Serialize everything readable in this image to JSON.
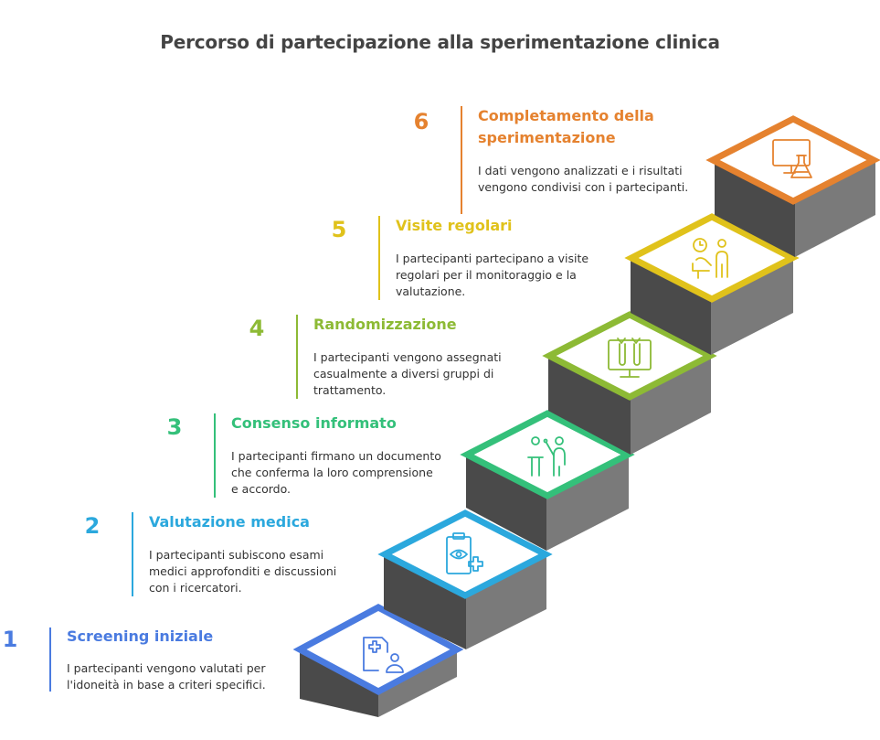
{
  "title": "Percorso di partecipazione alla sperimentazione clinica",
  "steps": [
    {
      "number": "1",
      "title": "Screening iniziale",
      "description": "I partecipanti vengono valutati per l'idoneità in base a criteri specifici.",
      "color": "#4A7BE0",
      "icon": "clipboard-medical-person-icon"
    },
    {
      "number": "2",
      "title": "Valutazione medica",
      "description": "I partecipanti subiscono esami medici approfonditi e discussioni con i ricercatori.",
      "color": "#2BA8DD",
      "icon": "clipboard-eye-plus-icon"
    },
    {
      "number": "3",
      "title": "Consenso informato",
      "description": "I partecipanti firmano un documento che conferma la loro comprensione e accordo.",
      "color": "#34C07A",
      "icon": "presenter-consent-icon"
    },
    {
      "number": "4",
      "title": "Randomizzazione",
      "description": "I partecipanti vengono assegnati casualmente a diversi gruppi di trattamento.",
      "color": "#8DBA35",
      "icon": "monitor-vials-icon"
    },
    {
      "number": "5",
      "title": "Visite regolari",
      "description": "I partecipanti partecipano a visite regolari per il monitoraggio e la valutazione.",
      "color": "#E0C21B",
      "icon": "clock-person-visit-icon"
    },
    {
      "number": "6",
      "title": "Completamento della sperimentazione",
      "description": "I dati vengono analizzati e i risultati vengono condivisi con i partecipanti.",
      "color": "#E5822F",
      "icon": "monitor-flask-icon"
    }
  ]
}
